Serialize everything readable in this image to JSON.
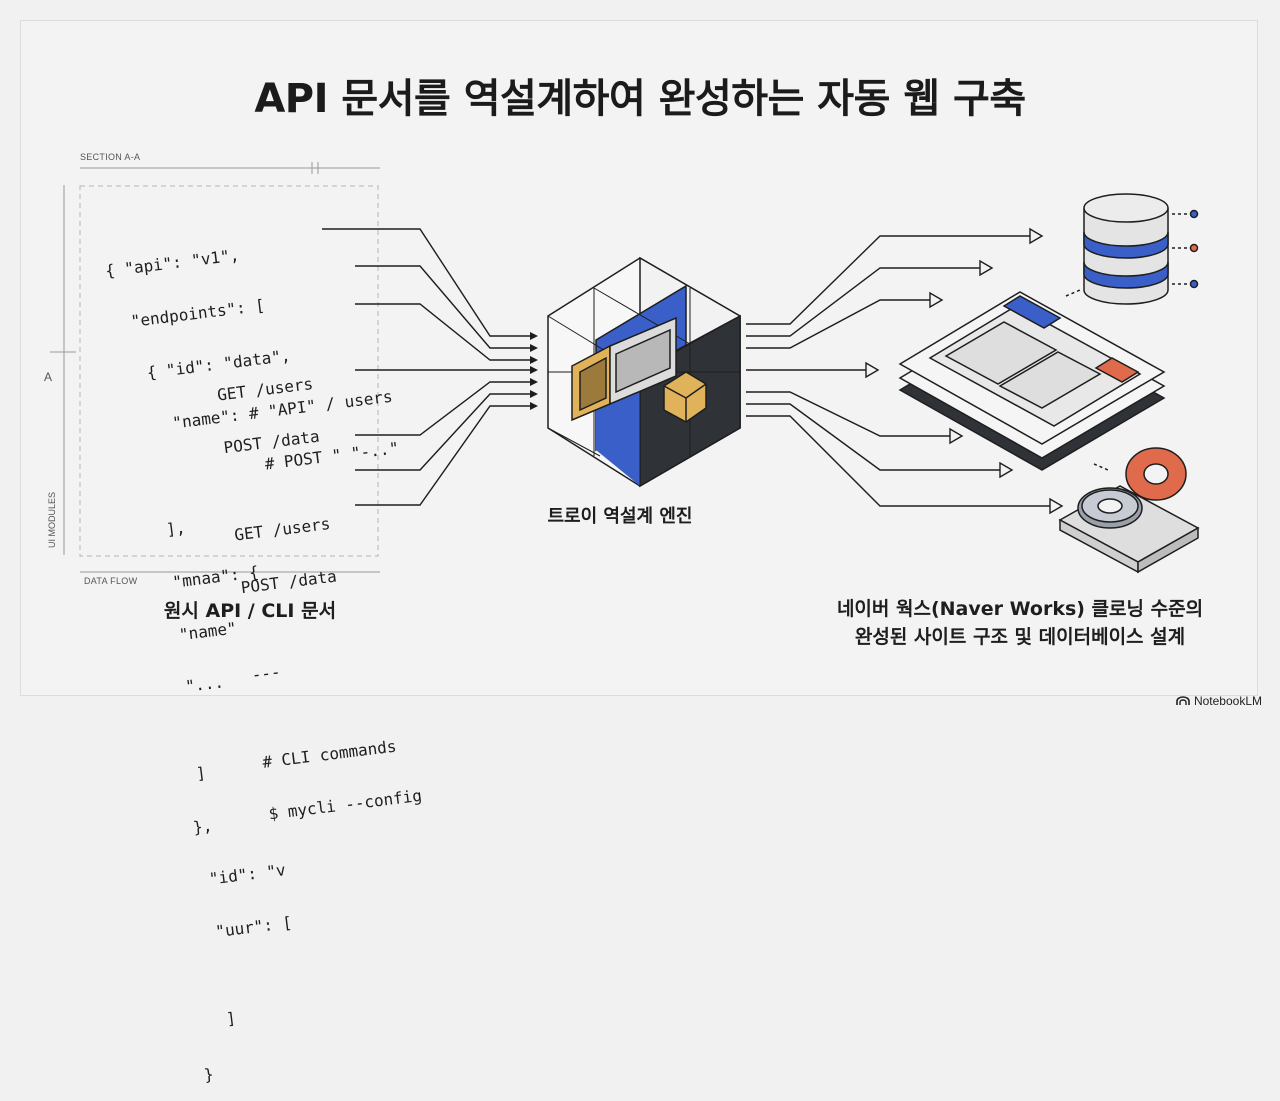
{
  "title": "API 문서를 역설계하여 완성하는 자동 웹 구축",
  "labels": {
    "section": "SECTION A-A",
    "marker": "A",
    "ui_modules": "UI MODULES",
    "data_flow": "DATA FLOW"
  },
  "code_left": [
    "{ \"api\": \"v1\",",
    "  \"endpoints\": [",
    "   { \"id\": \"data\",",
    "     \"name\": # \"API\" / users",
    "              # POST \" \"-..\"",
    "   ],",
    "   \"mnaa\": {",
    "   \"name\"",
    "   \"...",
    "",
    "   ]",
    "  },",
    "   \"id\": \"v",
    "   \"uur\": [",
    "",
    "   ]",
    "}"
  ],
  "code_right": [
    "GET /users",
    "POST /data",
    "",
    "GET /users",
    "POST /data",
    "",
    "---",
    "",
    "# CLI commands",
    "$ mycli --config"
  ],
  "captions": {
    "left": "원시 API / CLI 문서",
    "engine": "트로이 역설계 엔진",
    "right_line1": "네이버 웍스(Naver Works) 클로닝 수준의",
    "right_line2": "완성된 사이트 구조 및 데이터베이스 설계"
  },
  "brand": "NotebookLM",
  "colors": {
    "blue": "#3a5fc8",
    "dark": "#2f3337",
    "amber": "#e0b35a",
    "red": "#e06a4c",
    "orange_gear": "#e06a4c"
  }
}
